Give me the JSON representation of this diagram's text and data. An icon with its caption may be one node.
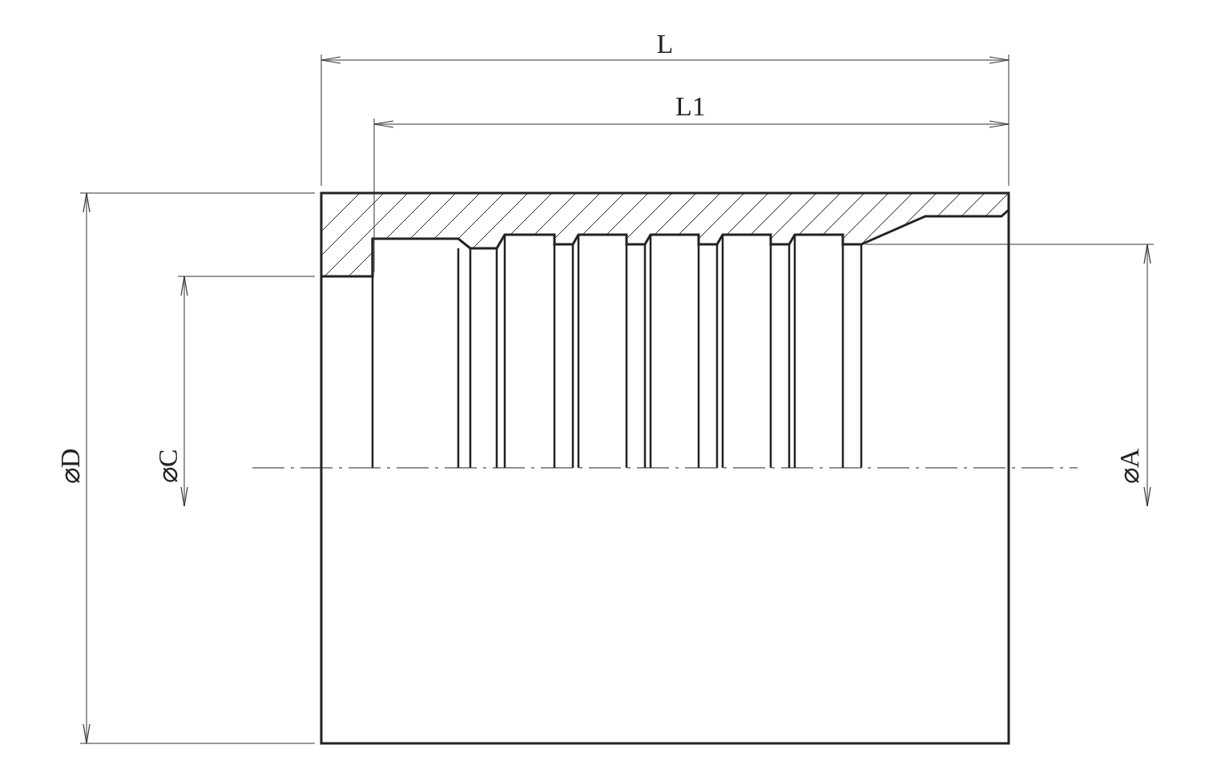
{
  "diagram": {
    "labels": [
      "L",
      "L1",
      "⌀D",
      "⌀C",
      "⌀A"
    ]
  }
}
